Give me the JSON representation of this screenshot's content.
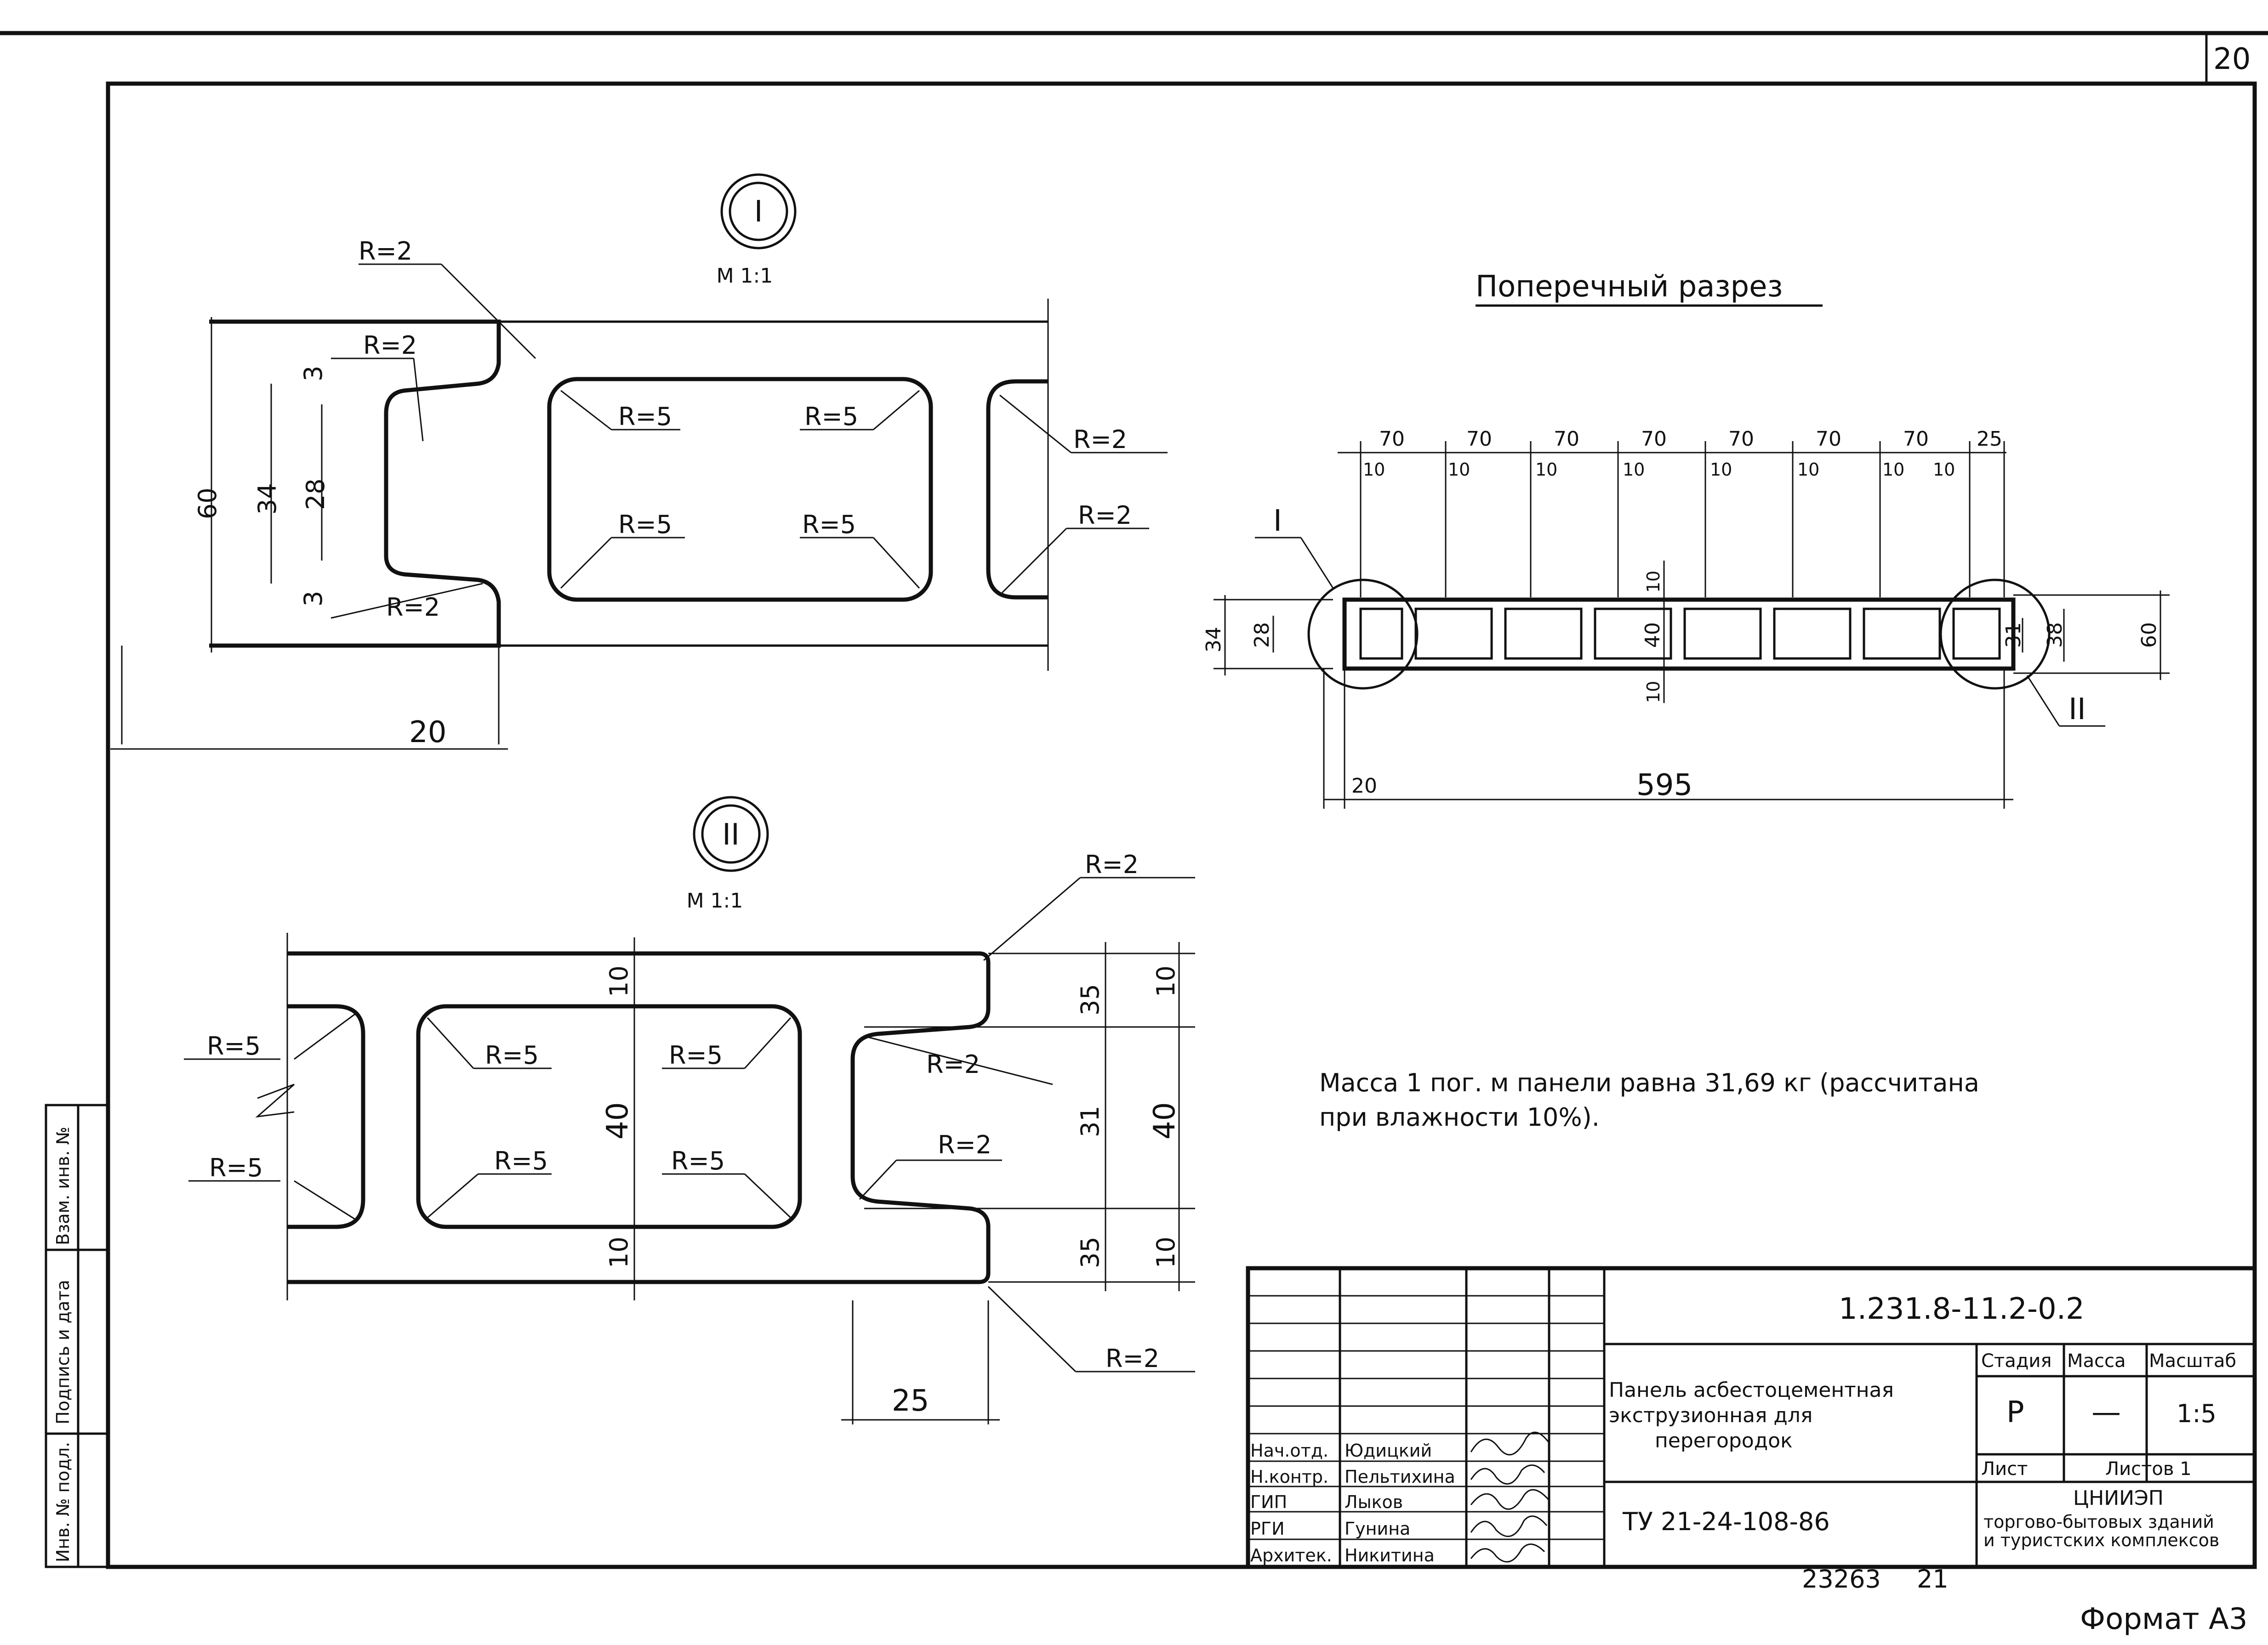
{
  "sheet": {
    "number": "20",
    "format": "Формат А3",
    "footer_code": "23263",
    "footer_num": "21"
  },
  "side_stamp": [
    "Инв. № подл.",
    "Подпись и дата",
    "Взам. инв. №"
  ],
  "detail_1": {
    "marker": "I",
    "scale": "М 1:1",
    "dims": [
      "60",
      "34",
      "28",
      "3",
      "3",
      "20"
    ],
    "radii": [
      "R=2",
      "R=2",
      "R=2",
      "R=5",
      "R=5",
      "R=5",
      "R=5",
      "R=2",
      "R=2"
    ]
  },
  "detail_2": {
    "marker": "II",
    "scale": "М 1:1",
    "dims": [
      "10",
      "40",
      "10",
      "35",
      "31",
      "35",
      "10",
      "40",
      "10",
      "25"
    ],
    "radii": [
      "R=2",
      "R=5",
      "R=5",
      "R=5",
      "R=5",
      "R=5",
      "R=5",
      "R=2",
      "R=2",
      "R=2"
    ]
  },
  "section": {
    "title": "Поперечный разрез",
    "top_dims": [
      "70",
      "70",
      "70",
      "70",
      "70",
      "70",
      "70",
      "25"
    ],
    "sub_dims": [
      "10",
      "10",
      "10",
      "10",
      "10",
      "10",
      "10",
      "10"
    ],
    "left_dims": [
      "34",
      "28"
    ],
    "right_dims": [
      "31",
      "38",
      "60"
    ],
    "mid_dims": [
      "10",
      "40",
      "10"
    ],
    "bottom_dims": [
      "20",
      "595"
    ],
    "callout_left": "I",
    "callout_right": "II"
  },
  "note": {
    "line1": "Масса 1 пог. м панели равна 31,69 кг (рассчитана",
    "line2": "при влажности 10%)."
  },
  "title_block": {
    "doc_code": "1.231.8-11.2-0.2",
    "title_line1": "Панель асбестоцементная",
    "title_line2": "экструзионная   для",
    "title_line3": "перегородок",
    "stage_header": "Стадия",
    "mass_header": "Масса",
    "scale_header": "Масштаб",
    "stage_value": "Р",
    "mass_value": "—",
    "scale_value": "1:5",
    "sheet_label": "Лист",
    "sheets_label": "Листов 1",
    "spec": "ТУ 21-24-108-86",
    "org_line1": "ЦНИИЭП",
    "org_line2": "торгово-бытовых зданий",
    "org_line3": "и туристских комплексов",
    "roles": [
      {
        "role": "Нач.отд.",
        "name": "Юдицкий"
      },
      {
        "role": "Н.контр.",
        "name": "Пельтихина"
      },
      {
        "role": "ГИП",
        "name": "Лыков"
      },
      {
        "role": "РГИ",
        "name": "Гунина"
      },
      {
        "role": "Архитек.",
        "name": "Никитина"
      }
    ]
  }
}
